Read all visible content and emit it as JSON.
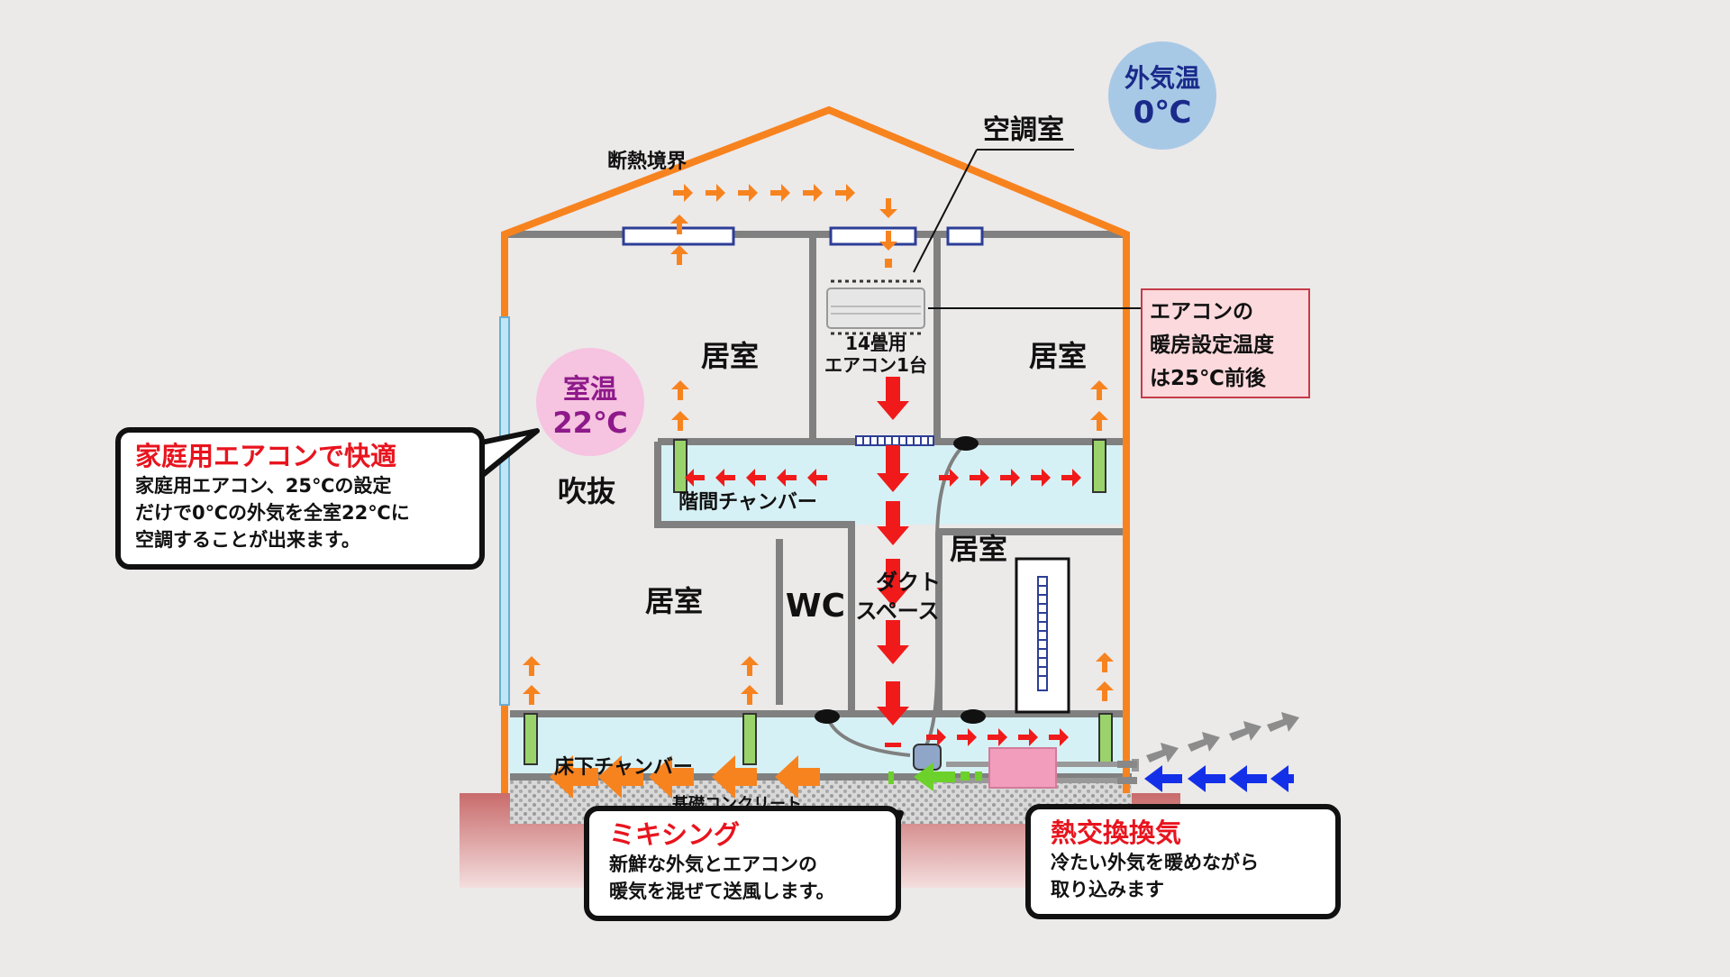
{
  "outside_temp": {
    "label": "外気温",
    "value": "0℃"
  },
  "room_temp": {
    "label": "室温",
    "value": "22℃"
  },
  "labels": {
    "insulation_boundary": "断熱境界",
    "ac_room": "空調室",
    "ac_unit": "14畳用\nエアコン1台",
    "room_upper_left": "居室",
    "room_upper_right": "居室",
    "atrium": "吹抜",
    "room_lower_left": "居室",
    "room_lower_right": "居室",
    "wc": "WC",
    "duct_space": "ダクト\nスペース",
    "floor_chamber": "階間チャンバー",
    "underfloor_chamber": "床下チャンバー",
    "foundation_concrete": "基礎コンクリート"
  },
  "ac_setting_box": {
    "lines": [
      "エアコンの",
      "暖房設定温度",
      "は25℃前後"
    ]
  },
  "callouts": {
    "comfort": {
      "title": "家庭用エアコンで快適",
      "body": [
        "家庭用エアコン、25℃の設定",
        "だけで0℃の外気を全室22℃に",
        "空調することが出来ます。"
      ]
    },
    "mixing": {
      "title": "ミキシング",
      "body": [
        "新鮮な外気とエアコンの",
        "暖気を混ぜて送風します。"
      ]
    },
    "heat_exchange": {
      "title": "熱交換換気",
      "body": [
        "冷たい外気を暖めながら",
        "取り込みます"
      ]
    }
  },
  "colors": {
    "house_outline": "#f7831f",
    "hot_air": "#f7831f",
    "warm_air": "#f01a1a",
    "cold_air": "#1330e8",
    "exhaust_air": "#8c8c8c",
    "fresh_air": "#6cd12a",
    "chamber": "#d6f1f5",
    "outside_badge": "#a8c9e6",
    "room_badge": "#f6c3e0",
    "heat_exchanger": "#f29dbb"
  }
}
